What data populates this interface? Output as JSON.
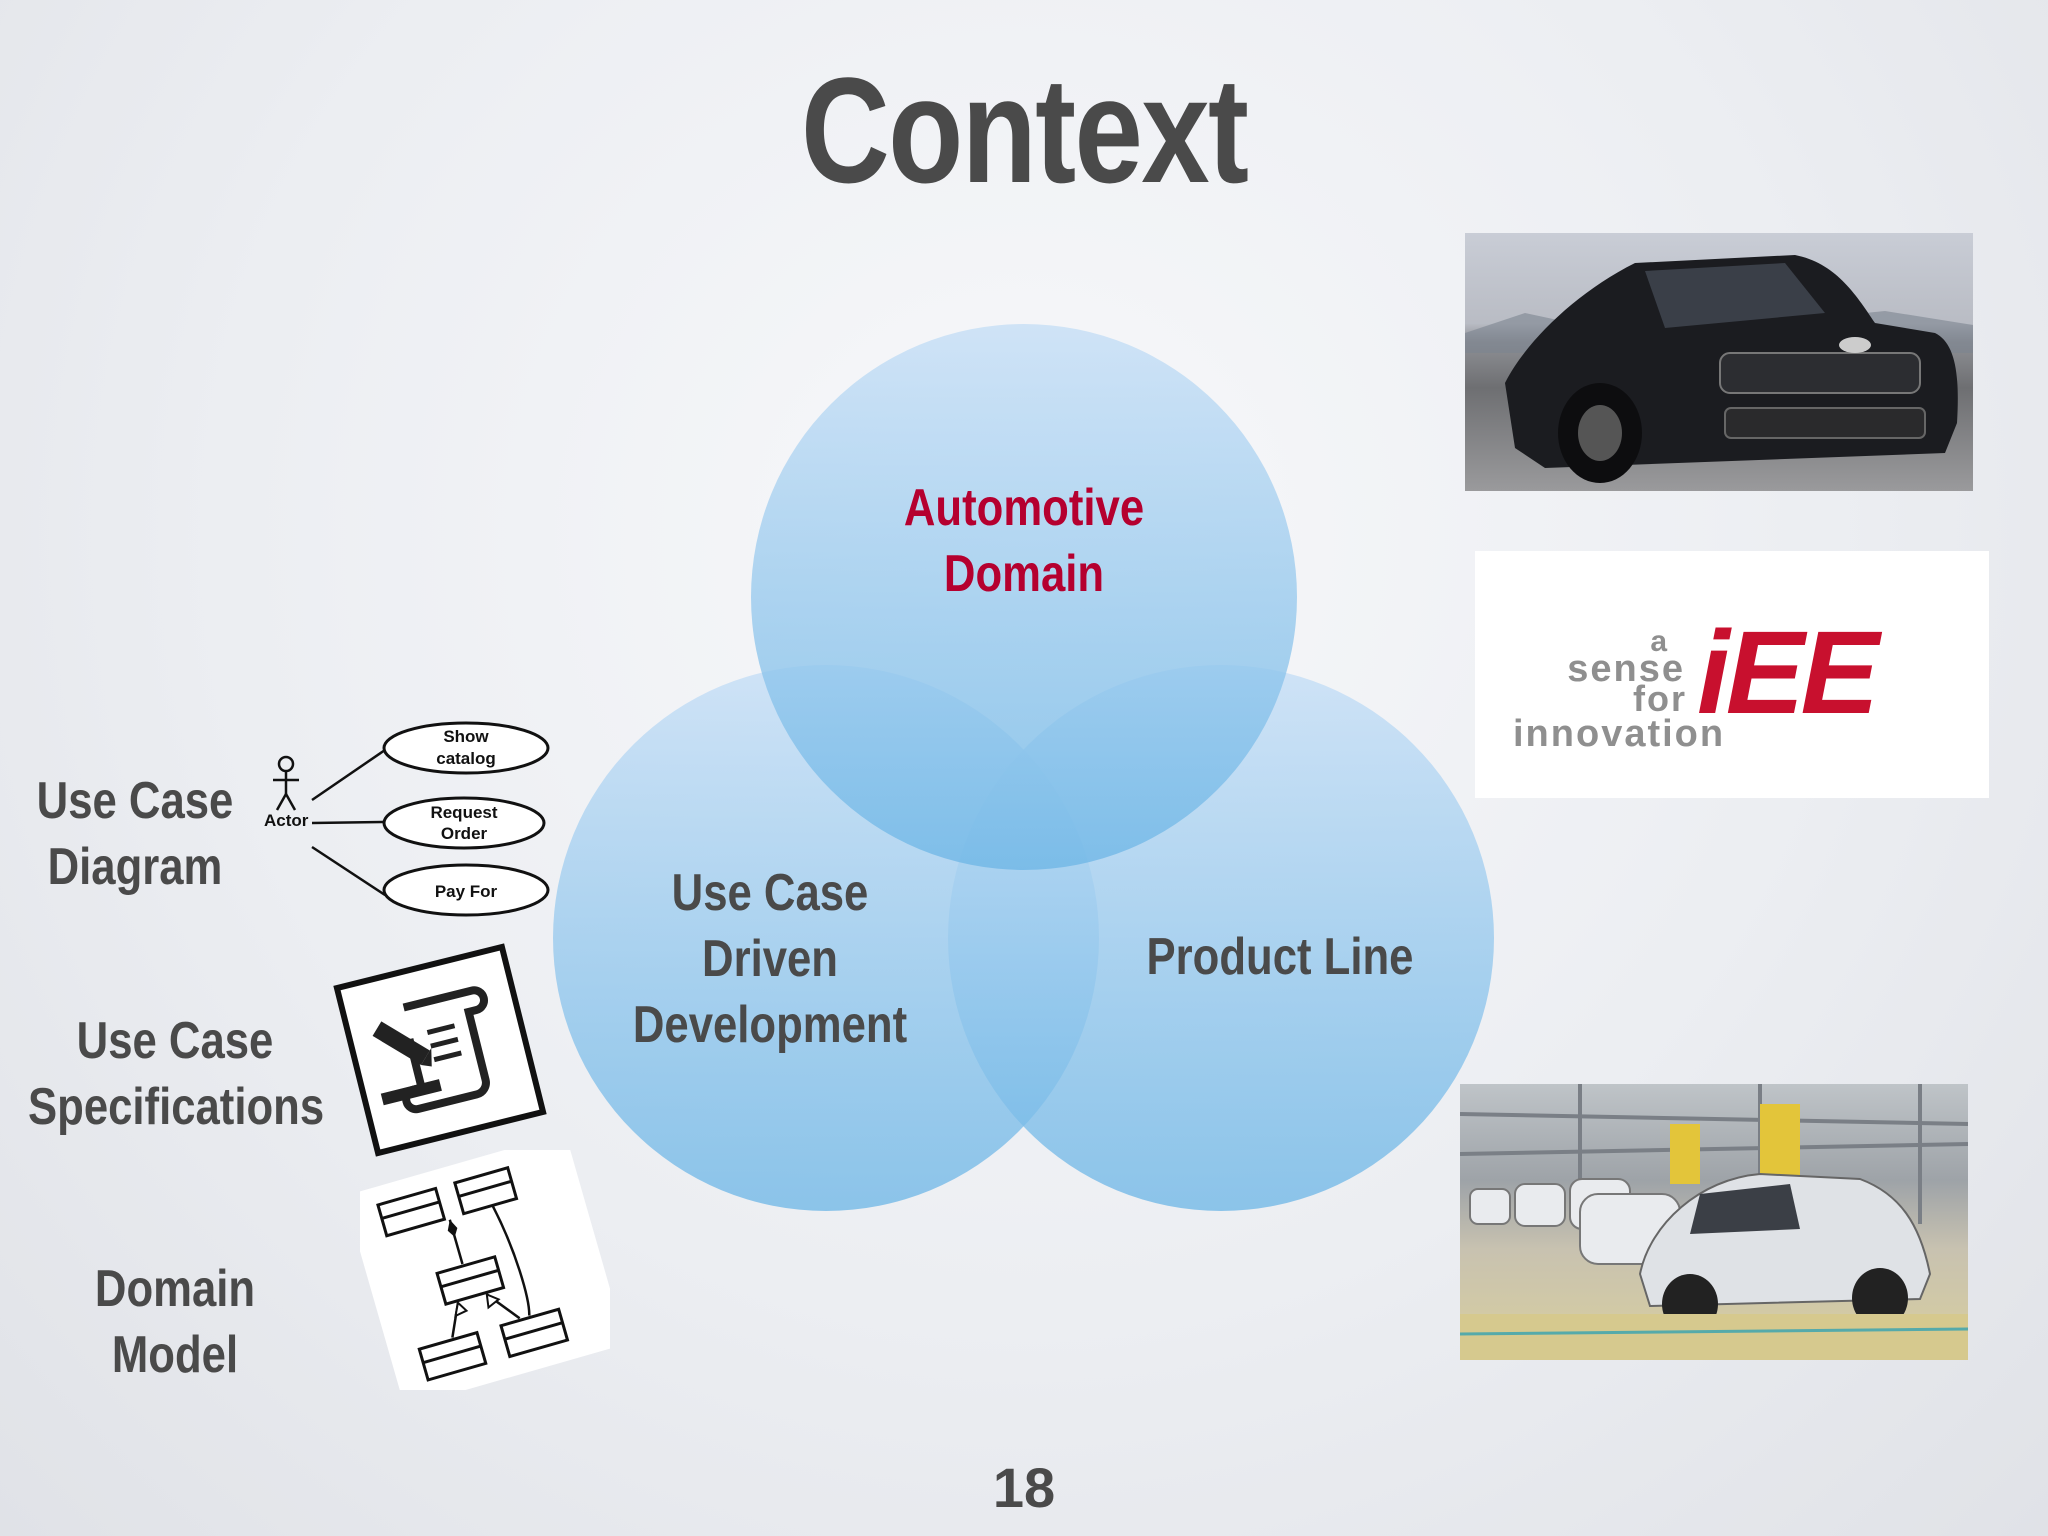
{
  "slide": {
    "title": "Context",
    "page_number": "18"
  },
  "venn": {
    "top_circle": {
      "line1": "Automotive",
      "line2": "Domain",
      "text_color": "#b5002f"
    },
    "left_circle": {
      "line1": "Use Case",
      "line2": "Driven",
      "line3": "Development"
    },
    "right_circle": {
      "line1": "Product Line"
    },
    "circle_color": "#8ec5ec"
  },
  "left_items": {
    "use_case_diagram": {
      "line1": "Use Case",
      "line2": "Diagram"
    },
    "use_case_specifications": {
      "line1": "Use Case",
      "line2": "Specifications"
    },
    "domain_model": {
      "line1": "Domain",
      "line2": "Model"
    }
  },
  "use_case_diagram_thumbnail": {
    "actor": "Actor",
    "use_cases": [
      {
        "line1": "Show",
        "line2": "catalog"
      },
      {
        "line1": "Request",
        "line2": "Order"
      },
      {
        "line1": "Pay For",
        "line2": ""
      }
    ]
  },
  "iee_logo": {
    "line_a": "a",
    "line_sense": "sense",
    "line_for": "for",
    "line_innovation": "innovation",
    "brand": "iEE",
    "brand_color": "#c8102e"
  },
  "images": {
    "car_photo": "car-photo",
    "factory_photo": "assembly-line-photo"
  }
}
